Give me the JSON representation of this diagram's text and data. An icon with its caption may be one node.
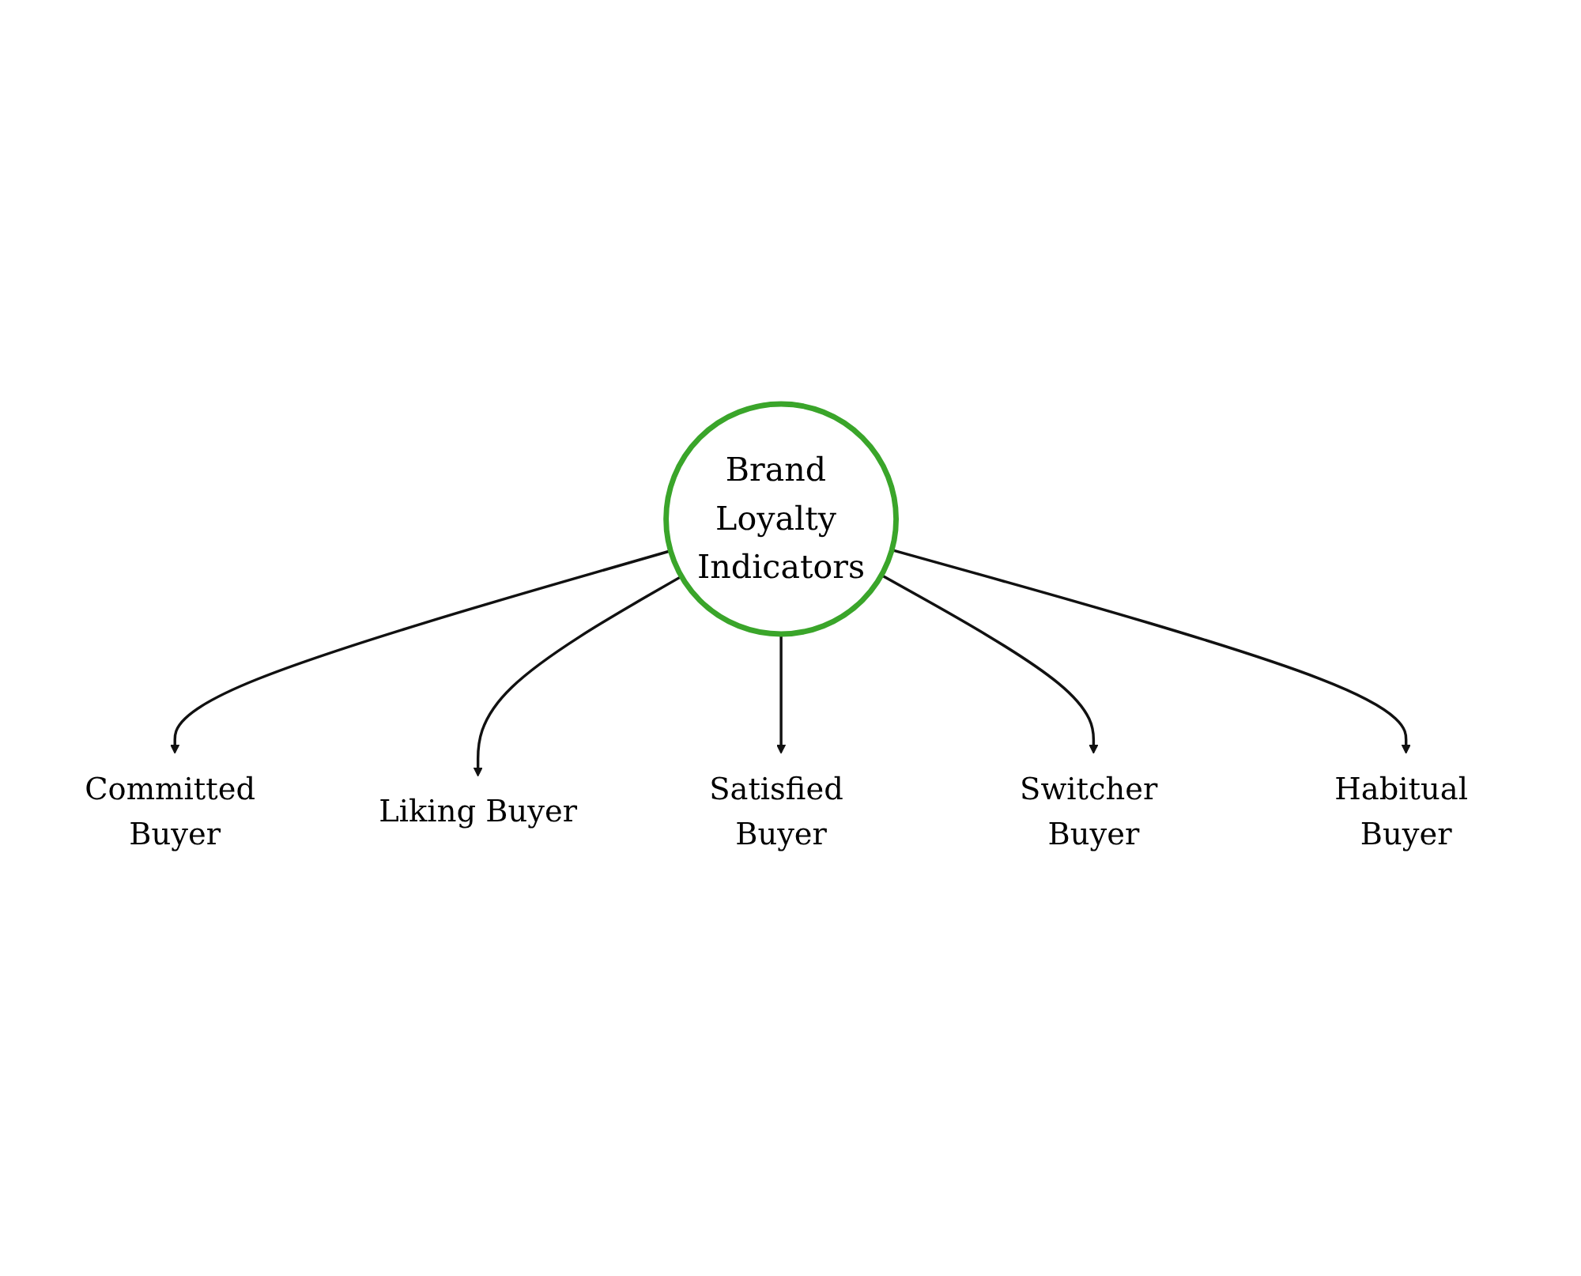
{
  "diagram": {
    "nodes": [
      {
        "text": [
          "Brand Loyalty Indicators"
        ]
      },
      {
        "text": [
          "Committed Buyer"
        ]
      },
      {
        "text": [
          "Liking Buyer"
        ]
      },
      {
        "text": [
          "Satisfied Buyer"
        ]
      },
      {
        "text": [
          "Switcher Buyer"
        ]
      },
      {
        "text": [
          "Habitual Buyer"
        ]
      }
    ],
    "edges": [
      {
        "from": 0,
        "to": 1,
        "arrow": "to"
      },
      {
        "from": 0,
        "to": 2,
        "arrow": "to"
      },
      {
        "from": 0,
        "to": 3,
        "arrow": "to"
      },
      {
        "from": 0,
        "to": 4,
        "arrow": "to"
      },
      {
        "from": 0,
        "to": 5,
        "arrow": "to"
      }
    ]
  }
}
